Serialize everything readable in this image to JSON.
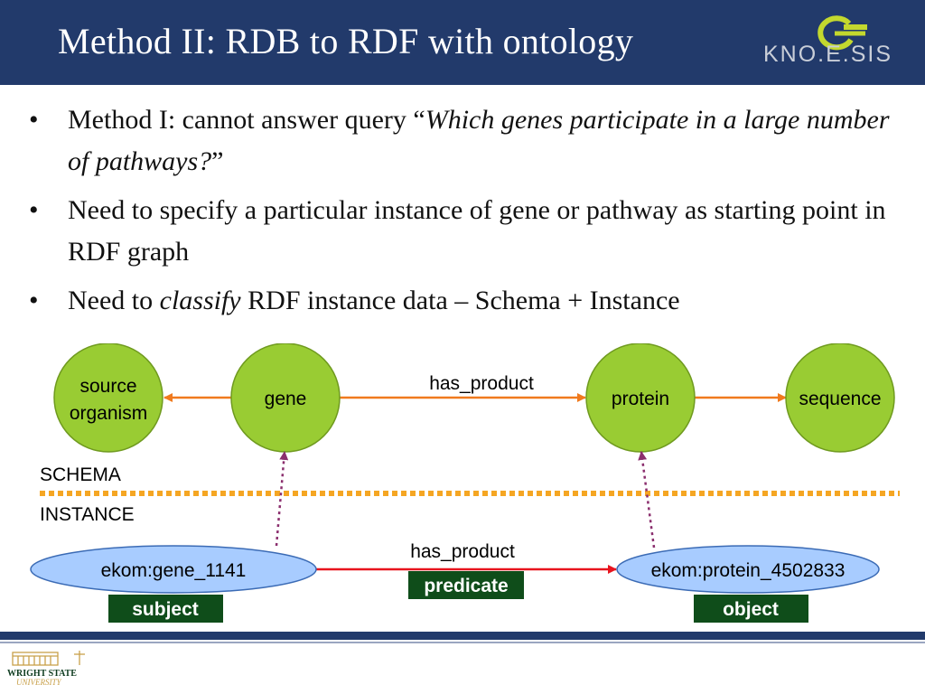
{
  "slide": {
    "title": "Method II: RDB to RDF with ontology",
    "logo_text": "KNO.E.SIS",
    "university_logo": "WRIGHT STATE UNIVERSITY"
  },
  "bullets": [
    {
      "text_before": "Method I: cannot answer query “",
      "italic": "Which genes participate in a large number of pathways?",
      "text_after": "”"
    },
    {
      "text": "Need to specify a particular instance of gene or pathway as starting point in RDF graph"
    },
    {
      "text_before": "Need to ",
      "italic": "classify",
      "text_after": " RDF instance data – Schema + Instance"
    }
  ],
  "diagram": {
    "schema_nodes": {
      "source": "source organism",
      "source_line1": "source",
      "source_line2": "organism",
      "gene": "gene",
      "protein": "protein",
      "sequence": "sequence"
    },
    "schema_edge_label": "has_product",
    "schema_label": "SCHEMA",
    "instance_label": "INSTANCE",
    "instance_nodes": {
      "gene": "ekom:gene_1141",
      "protein": "ekom:protein_4502833"
    },
    "instance_edge_label": "has_product",
    "roles": {
      "subject": "subject",
      "predicate": "predicate",
      "object": "object"
    },
    "colors": {
      "schema_node_fill": "#99cc33",
      "schema_edge": "#f07a1e",
      "separator": "#f5a623",
      "instance_node_fill": "#a8ccff",
      "instance_edge": "#e8141e",
      "type_link": "#8b2f6e",
      "role_box": "#0f4d1a"
    }
  }
}
